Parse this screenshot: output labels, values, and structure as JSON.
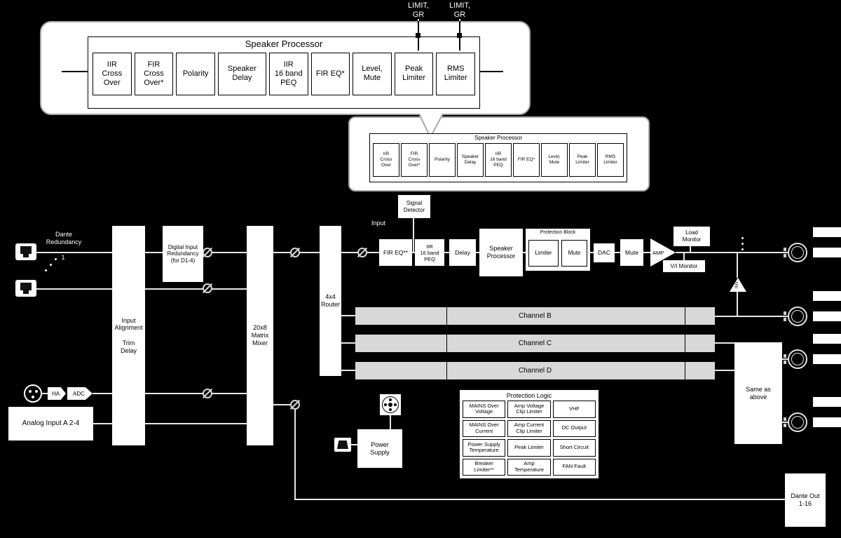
{
  "colors": {
    "background": "#000000",
    "box_fill": "#ffffff",
    "channel_bar": "#d8d8d8",
    "callout_border": "#a9a9a9",
    "line": "#e8e8e8"
  },
  "speaker_processor": {
    "title": "Speaker Processor",
    "blocks": [
      "IIR\nCross\nOver",
      "FIR\nCross\nOver*",
      "Polarity",
      "Speaker\nDelay",
      "IIR\n16 band\nPEQ",
      "FIR EQ*",
      "Level,\nMute",
      "Peak\nLimiter",
      "RMS\nLimiter"
    ]
  },
  "limit_labels": [
    "LIMIT,\nGR",
    "LIMIT,\nGR"
  ],
  "signal_detector": "Signal\nDetector",
  "flow": {
    "input_label": "Input",
    "fir_eq": "FIR EQ**",
    "iir_peq": "IIR\n16 band\nPEQ",
    "delay": "Delay",
    "speaker_processor": "Speaker\nProcessor",
    "protection_block": "Protection Block",
    "limiter": "Limiter",
    "mute_a": "Mute",
    "dac": "DAC",
    "mute_b": "Mute",
    "amp": "AMP",
    "load_monitor": "Load\nMonitor",
    "vi_monitor": "V/I Monitor"
  },
  "left": {
    "dante_redundancy": "Dante\nRedundancy",
    "dante_channel": "1",
    "input_alignment": "Input\nAlignment\n\nTrim\nDelay",
    "digital_input_redundancy": "Digital Input\nRedundancy\n(for D1-4)",
    "matrix_mixer": "20x8\nMatrix\nMixer",
    "router": "4x4\nRouter",
    "ha": "HA",
    "adc": "ADC",
    "analog_input": "Analog Input A 2-4"
  },
  "channels": [
    "Channel B",
    "Channel C",
    "Channel D"
  ],
  "power_supply": "Power\nSupply",
  "protection_logic": {
    "title": "Protection Logic",
    "cells": [
      "MAINS Over\nVoltage",
      "Amp Voltage\nClip Limiter",
      "VHF",
      "MAINS Over\nCurrent",
      "Amp Current\nClip Limiter",
      "DC Output",
      "Power Supply\nTemperature",
      "Peak Limiter",
      "Short Circuit",
      "Breaker\nLimiter**",
      "Amp\nTemperature",
      "FAN Fault"
    ]
  },
  "right": {
    "inv": "INV",
    "same_as_above": "Same as\nabove",
    "dante_out": "Dante Out\n1-16"
  }
}
